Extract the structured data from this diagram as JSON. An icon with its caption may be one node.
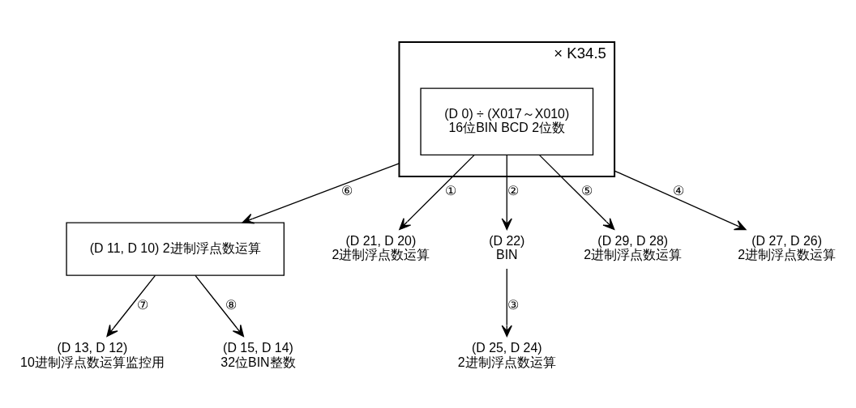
{
  "diagram": {
    "nodes": [
      {
        "text": [
          "× K34.5"
        ]
      },
      {
        "text": [
          "(D 0) ÷ (X017～X010)",
          "16位BIN BCD 2位数"
        ],
        "in": 0
      },
      {
        "text": [
          "(D 11, D 10) 2进制浮点数运算"
        ]
      },
      {
        "text": [
          "(D 21, D 20)",
          "2进制浮点数运算"
        ]
      },
      {
        "text": [
          "(D 22)",
          "BIN"
        ]
      },
      {
        "text": [
          "(D 25, D 24)",
          "2进制浮点数运算"
        ]
      },
      {
        "text": [
          "(D 29, D 28)",
          "2进制浮点数运算"
        ]
      },
      {
        "text": [
          "(D 27, D 26)",
          "2进制浮点数运算"
        ]
      },
      {
        "text": [
          "(D 13, D 12)",
          "10进制浮点数运算监控用"
        ]
      },
      {
        "text": [
          "(D 15, D 14)",
          "32位BIN整数"
        ]
      }
    ],
    "edges": [
      {
        "from": 1,
        "to": 3,
        "arrow": "to",
        "label": "①"
      },
      {
        "from": 1,
        "to": 4,
        "arrow": "to",
        "label": "②"
      },
      {
        "from": 4,
        "to": 5,
        "arrow": "to",
        "label": "③"
      },
      {
        "from": 0,
        "to": 7,
        "arrow": "to",
        "label": "④"
      },
      {
        "from": 1,
        "to": 6,
        "arrow": "to",
        "label": "⑤"
      },
      {
        "from": 0,
        "to": 2,
        "arrow": "to",
        "label": "⑥"
      },
      {
        "from": 2,
        "to": 8,
        "arrow": "to",
        "label": "⑦"
      },
      {
        "from": 2,
        "to": 9,
        "arrow": "to",
        "label": "⑧"
      }
    ]
  }
}
